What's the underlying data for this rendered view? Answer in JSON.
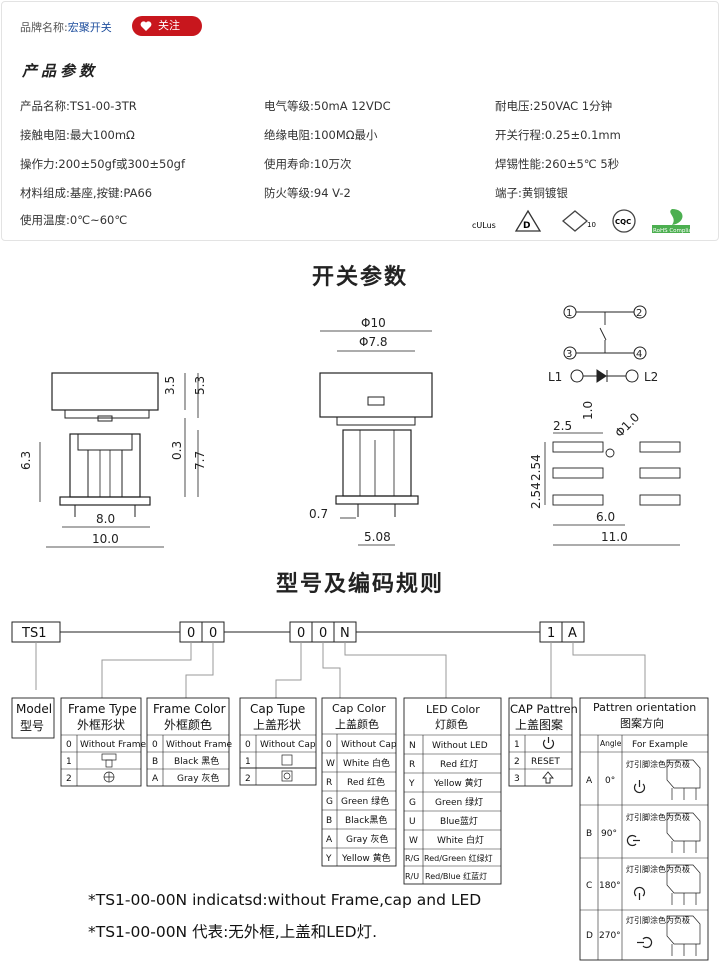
{
  "brand": {
    "label": "品牌名称:",
    "value": "宏聚开关",
    "follow": "关注"
  },
  "params_title": "产品参数",
  "params": [
    [
      "产品名称:TS1-00-3TR",
      "电气等级:50mA  12VDC",
      "耐电压:250VAC  1分钟"
    ],
    [
      "接触电阻:最大100mΩ",
      "绝缘电阻:100MΩ最小",
      "开关行程:0.25±0.1mm"
    ],
    [
      "操作力:200±50gf或300±50gf",
      "使用寿命:10万次",
      "焊锡性能:260±5℃  5秒"
    ],
    [
      "材料组成:基座,按键:PA66",
      "防火等级:94 V-2",
      "端子:黄铜镀银"
    ],
    [
      "使用温度:0℃~60℃"
    ]
  ],
  "certs": [
    "cULus",
    "D",
    "10",
    "CQC",
    "RoHS Compliant"
  ],
  "switch_title": "开关参数",
  "dims": {
    "side": [
      "3.5",
      "5.3",
      "6.3",
      "0.3",
      "7.7",
      "8.0",
      "10.0"
    ],
    "front": [
      "Φ10",
      "Φ7.8",
      "0.7",
      "5.08"
    ],
    "pcb": [
      "2.5",
      "1.0",
      "Φ1.0",
      "2.54",
      "2.54",
      "6.0",
      "11.0"
    ],
    "circuit": [
      "1",
      "2",
      "3",
      "4",
      "L1",
      "L2"
    ]
  },
  "model_title": "型号及编码规则",
  "code": [
    "TS1",
    "0",
    "0",
    "0",
    "0",
    "N",
    "1",
    "A"
  ],
  "cols": {
    "model": {
      "t1": "Model",
      "t2": "型号"
    },
    "frame_type": {
      "t1": "Frame Type",
      "t2": "外框形状",
      "rows": [
        [
          "0",
          "Without Frame"
        ],
        [
          "1",
          ""
        ],
        [
          "2",
          ""
        ]
      ]
    },
    "frame_color": {
      "t1": "Frame Color",
      "t2": "外框颜色",
      "rows": [
        [
          "0",
          "Without Frame"
        ],
        [
          "B",
          "Black 黑色"
        ],
        [
          "A",
          "Gray 灰色"
        ]
      ]
    },
    "cap_type": {
      "t1": "Cap Tupe",
      "t2": "上盖形状",
      "rows": [
        [
          "0",
          "Without Cap"
        ],
        [
          "1",
          ""
        ],
        [
          "2",
          ""
        ]
      ]
    },
    "cap_color": {
      "t1": "Cap Color",
      "t2": "上盖颜色",
      "rows": [
        [
          "0",
          "Without Cap"
        ],
        [
          "W",
          "White 白色"
        ],
        [
          "R",
          "Red 红色"
        ],
        [
          "G",
          "Green 绿色"
        ],
        [
          "B",
          "Black黑色"
        ],
        [
          "A",
          "Gray 灰色"
        ],
        [
          "Y",
          "Yellow 黄色"
        ]
      ]
    },
    "led_color": {
      "t1": "LED Color",
      "t2": "灯颜色",
      "rows": [
        [
          "N",
          "Without LED"
        ],
        [
          "R",
          "Red 红灯"
        ],
        [
          "Y",
          "Yellow 黄灯"
        ],
        [
          "G",
          "Green 绿灯"
        ],
        [
          "U",
          "Blue蓝灯"
        ],
        [
          "W",
          "White 白灯"
        ],
        [
          "R/G",
          "Red/Green 红绿灯"
        ],
        [
          "R/U",
          "Red/Blue 红蓝灯"
        ]
      ]
    },
    "cap_pattern": {
      "t1": "CAP Pattren",
      "t2": "上盖图案",
      "rows": [
        [
          "1",
          ""
        ],
        [
          "2",
          "RESET"
        ],
        [
          "3",
          ""
        ]
      ]
    },
    "orientation": {
      "t1": "Pattren orientation",
      "t2": "图案方向",
      "h1": "Angle",
      "h2": "For  Example",
      "rows": [
        [
          "A",
          "0°"
        ],
        [
          "B",
          "90°"
        ],
        [
          "C",
          "180°"
        ],
        [
          "D",
          "270°"
        ]
      ],
      "pin_note": "灯引脚涂色为负极"
    }
  },
  "notes": [
    "*TS1-00-00N indicatsd:without Frame,cap and LED",
    "*TS1-00-00N 代表:无外框,上盖和LED灯."
  ]
}
